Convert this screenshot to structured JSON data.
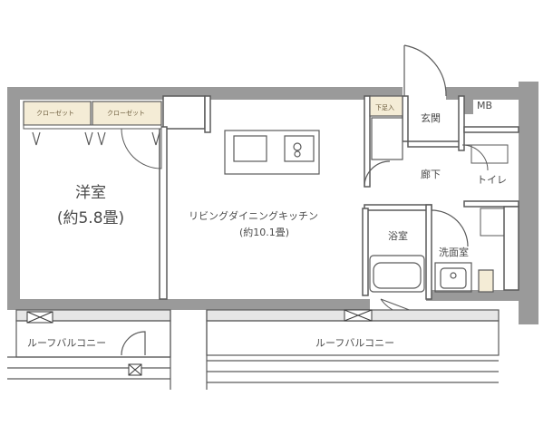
{
  "rooms": {
    "western_room": {
      "name": "洋室",
      "area": "(約5.8畳)"
    },
    "ldk": {
      "name": "リビングダイニングキッチン",
      "area": "(約10.1畳)"
    },
    "entrance": "玄関",
    "hallway": "廊下",
    "toilet": "トイレ",
    "bath": "浴室",
    "washroom": "洗面室",
    "mb": "MB",
    "shoe_storage": "下足入",
    "closet_1": "クローゼット",
    "closet_2": "クローゼット"
  },
  "balconies": {
    "left": "ルーフバルコニー",
    "right": "ルーフバルコニー"
  },
  "colors": {
    "wall": "#9a9a9a",
    "line": "#5a5a5a",
    "closet_fill": "#f4ecd6"
  }
}
